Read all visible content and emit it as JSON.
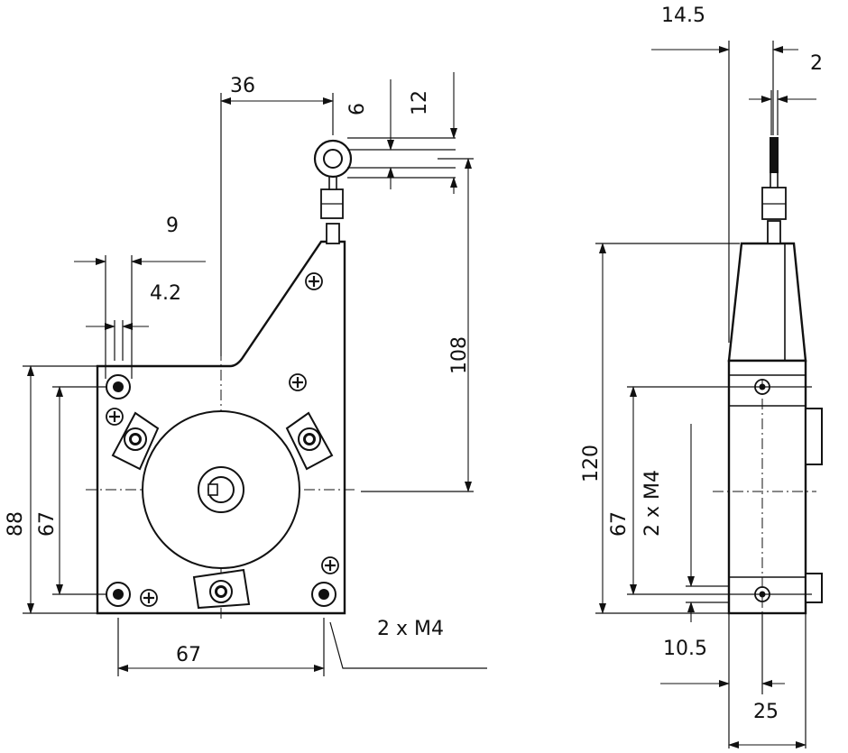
{
  "dimensions": {
    "d14_5": "14.5",
    "d2": "2",
    "d36": "36",
    "d6": "6",
    "d12": "12",
    "d9": "9",
    "d4_2": "4.2",
    "d108": "108",
    "d88": "88",
    "d67_left": "67",
    "d67_bottom": "67",
    "d120": "120",
    "d67_side": "67",
    "d10_5": "10.5",
    "d25": "25"
  },
  "annotations": {
    "thread_front": "2 x M4",
    "thread_side": "2 x M4"
  }
}
